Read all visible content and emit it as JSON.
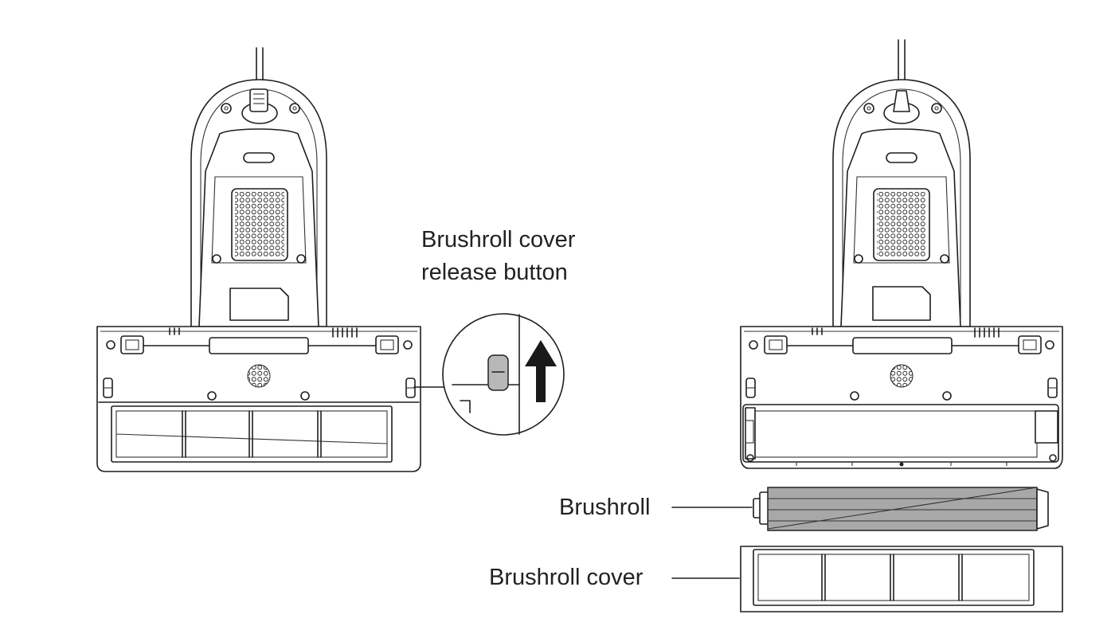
{
  "labels": {
    "release_button_line1": "Brushroll cover",
    "release_button_line2": "release button",
    "brushroll": "Brushroll",
    "brushroll_cover": "Brushroll cover"
  },
  "colors": {
    "line": "#1e1e1e",
    "brushroll_fill": "#a8a8a8",
    "button_fill": "#b8b8b8",
    "arrow": "#1a1a1a"
  },
  "icons": [
    "up-arrow-icon"
  ]
}
